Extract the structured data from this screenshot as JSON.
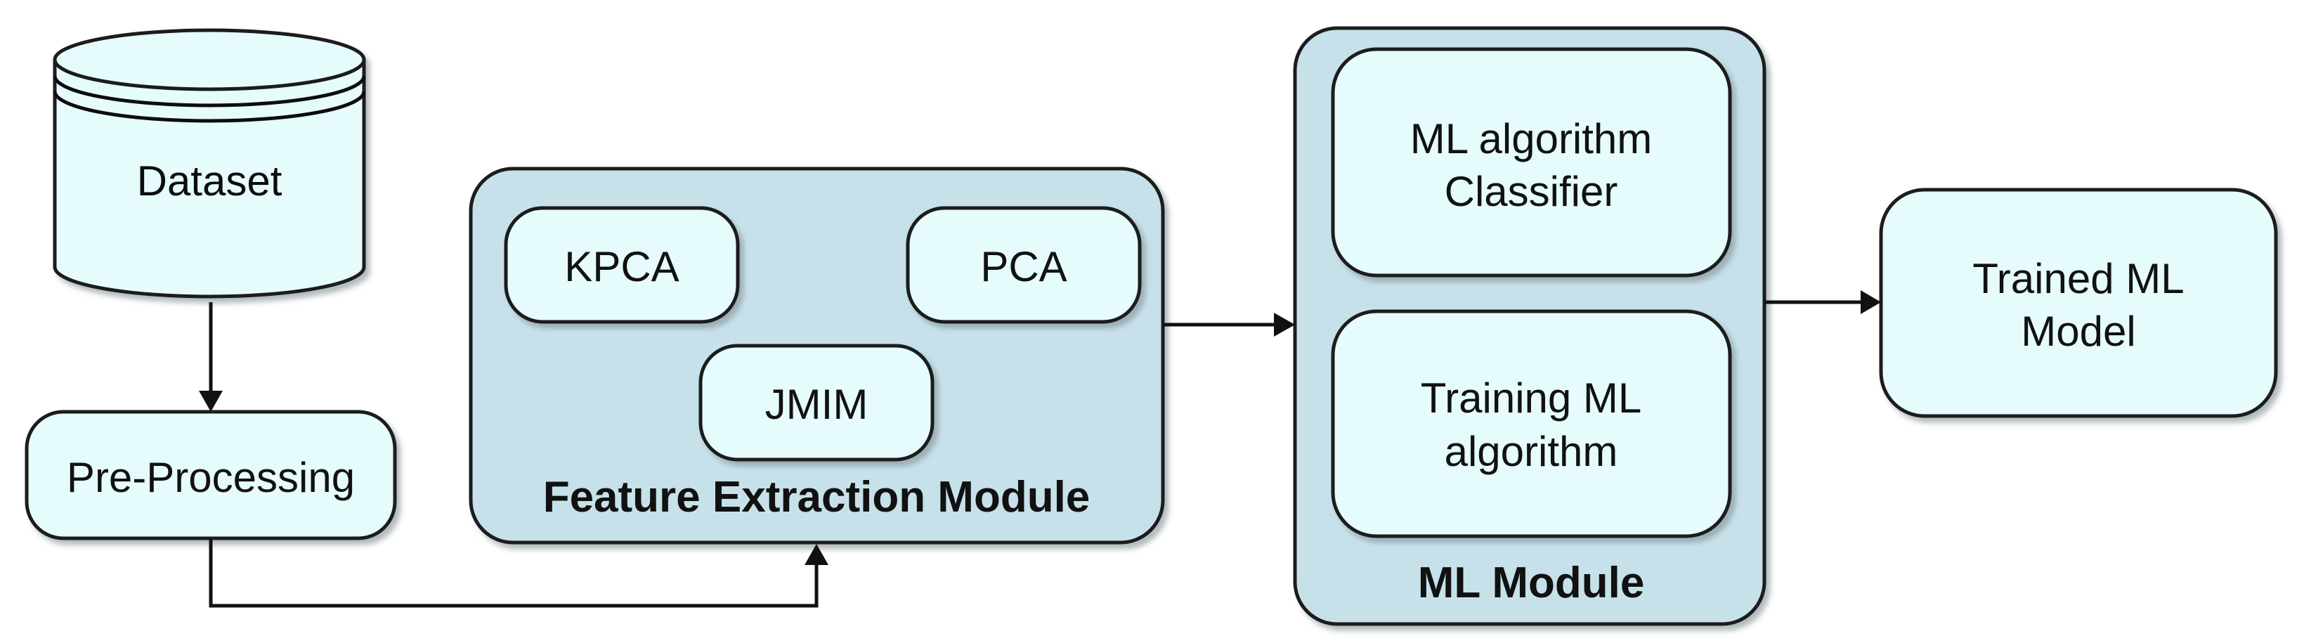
{
  "nodes": {
    "dataset": "Dataset",
    "preprocessing": "Pre-Processing",
    "kpca": "KPCA",
    "pca": "PCA",
    "jmim": "JMIM",
    "feature_module": "Feature Extraction Module",
    "classifier_line1": "ML algorithm",
    "classifier_line2": "Classifier",
    "training_line1": "Training ML",
    "training_line2": "algorithm",
    "ml_module": "ML Module",
    "trained_line1": "Trained ML",
    "trained_line2": "Model"
  },
  "colors": {
    "node_fill": "#e6fbfc",
    "module_fill": "#c7e1ea",
    "stroke": "#1a1a1a"
  }
}
